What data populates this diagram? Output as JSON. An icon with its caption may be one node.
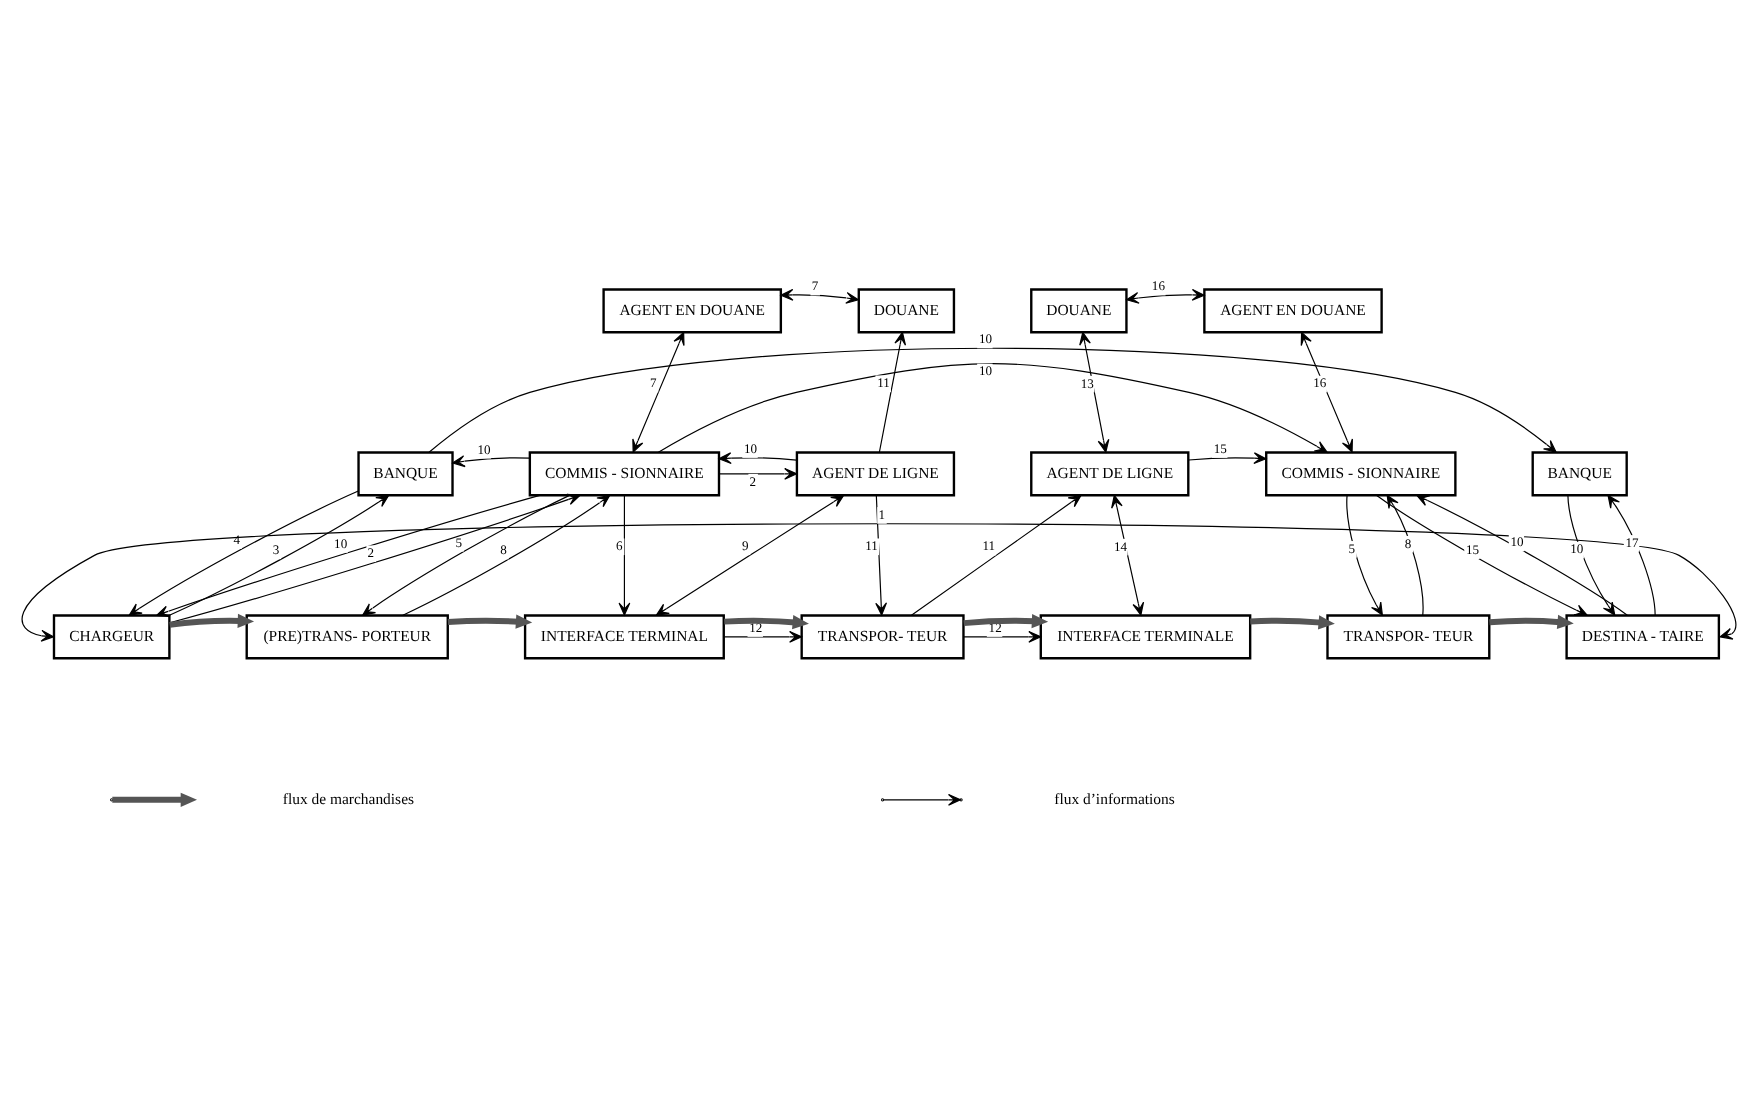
{
  "diagram": {
    "nodes": [
      {
        "text": [
          "AGENT EN DOUANE"
        ]
      },
      {
        "text": [
          "DOUANE"
        ]
      },
      {
        "text": [
          "DOUANE"
        ]
      },
      {
        "text": [
          "AGENT EN DOUANE"
        ]
      },
      {
        "text": [
          "BANQUE"
        ]
      },
      {
        "text": [
          "COMMIS - SIONNAIRE"
        ]
      },
      {
        "text": [
          "AGENT DE LIGNE"
        ]
      },
      {
        "text": [
          "AGENT DE LIGNE"
        ]
      },
      {
        "text": [
          "COMMIS - SIONNAIRE"
        ]
      },
      {
        "text": [
          "BANQUE"
        ]
      },
      {
        "text": [
          "CHARGEUR"
        ]
      },
      {
        "text": [
          "(PRE)TRANS- PORTEUR"
        ]
      },
      {
        "text": [
          "INTERFACE TERMINAL"
        ]
      },
      {
        "text": [
          "TRANSPOR- TEUR"
        ]
      },
      {
        "text": [
          "INTERFACE TERMINALE"
        ]
      },
      {
        "text": [
          "TRANSPOR- TEUR"
        ]
      },
      {
        "text": [
          "DESTINA - TAIRE"
        ]
      }
    ],
    "edges": [
      {
        "from": 10,
        "to": 16,
        "arrow": "both",
        "label": "1"
      },
      {
        "from": 4,
        "to": 9,
        "arrow": "to",
        "label": "10"
      },
      {
        "from": 5,
        "to": 8,
        "arrow": "to",
        "label": "10"
      },
      {
        "from": 0,
        "to": 1,
        "arrow": "both",
        "label": "7"
      },
      {
        "from": 0,
        "to": 5,
        "arrow": "both",
        "label": "7"
      },
      {
        "from": 6,
        "to": 1,
        "arrow": "to",
        "label": "11"
      },
      {
        "from": 2,
        "to": 3,
        "arrow": "both",
        "label": "16"
      },
      {
        "from": 2,
        "to": 7,
        "arrow": "both",
        "label": "13"
      },
      {
        "from": 3,
        "to": 8,
        "arrow": "both",
        "label": "16"
      },
      {
        "from": 5,
        "to": 6,
        "arrow": "to",
        "label": "2"
      },
      {
        "from": 6,
        "to": 5,
        "arrow": "to",
        "label": "10"
      },
      {
        "from": 5,
        "to": 4,
        "arrow": "to",
        "label": "10"
      },
      {
        "from": 7,
        "to": 8,
        "arrow": "to",
        "label": "15"
      },
      {
        "from": 10,
        "to": 4,
        "arrow": "to",
        "label": "3"
      },
      {
        "from": 4,
        "to": 10,
        "arrow": "to",
        "label": "4"
      },
      {
        "from": 10,
        "to": 5,
        "arrow": "to",
        "label": "2"
      },
      {
        "from": 5,
        "to": 10,
        "arrow": "to",
        "label": "10"
      },
      {
        "from": 5,
        "to": 11,
        "arrow": "to",
        "label": "5"
      },
      {
        "from": 11,
        "to": 5,
        "arrow": "to",
        "label": "8"
      },
      {
        "from": 5,
        "to": 12,
        "arrow": "to",
        "label": "6"
      },
      {
        "from": 6,
        "to": 12,
        "arrow": "both",
        "label": "9"
      },
      {
        "from": 6,
        "to": 13,
        "arrow": "to",
        "label": "11"
      },
      {
        "from": 12,
        "to": 13,
        "arrow": "to",
        "label": "12"
      },
      {
        "from": 13,
        "to": 7,
        "arrow": "to",
        "label": "11"
      },
      {
        "from": 13,
        "to": 14,
        "arrow": "to",
        "label": "12"
      },
      {
        "from": 7,
        "to": 14,
        "arrow": "both",
        "label": "14"
      },
      {
        "from": 8,
        "to": 15,
        "arrow": "to",
        "label": "5"
      },
      {
        "from": 15,
        "to": 8,
        "arrow": "to",
        "label": "8"
      },
      {
        "from": 16,
        "to": 8,
        "arrow": "to",
        "label": "10"
      },
      {
        "from": 8,
        "to": 16,
        "arrow": "to",
        "label": "15"
      },
      {
        "from": 16,
        "to": 9,
        "arrow": "to",
        "label": "17"
      },
      {
        "from": 9,
        "to": 16,
        "arrow": "to",
        "label": "10"
      },
      {
        "from": 10,
        "to": 11,
        "arrow": "to",
        "style": "thick"
      },
      {
        "from": 11,
        "to": 12,
        "arrow": "to",
        "style": "thick"
      },
      {
        "from": 12,
        "to": 13,
        "arrow": "to",
        "style": "thick"
      },
      {
        "from": 13,
        "to": 14,
        "arrow": "to",
        "style": "thick"
      },
      {
        "from": 14,
        "to": 15,
        "arrow": "to",
        "style": "thick"
      },
      {
        "from": 15,
        "to": 16,
        "arrow": "to",
        "style": "thick"
      }
    ],
    "legend": [
      {
        "text": "flux de marchandises"
      },
      {
        "text": "flux d’informations"
      }
    ]
  }
}
